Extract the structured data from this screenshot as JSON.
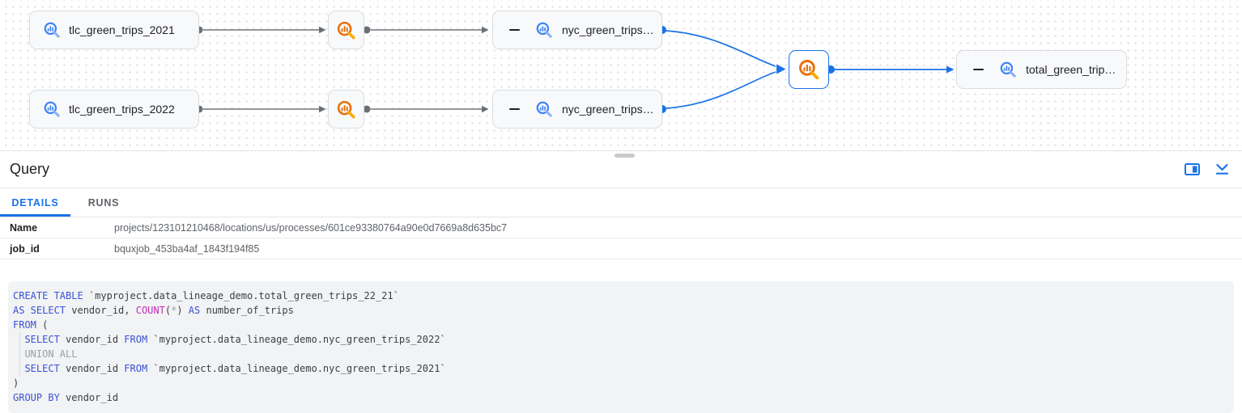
{
  "graph": {
    "nodes": [
      {
        "id": "tlc_green_trips_2021",
        "type": "table",
        "label": "tlc_green_trips_2021"
      },
      {
        "id": "tlc_green_trips_2022",
        "type": "table",
        "label": "tlc_green_trips_2022"
      },
      {
        "id": "nyc_green_trips_row1",
        "type": "table",
        "label": "nyc_green_trips…"
      },
      {
        "id": "nyc_green_trips_row2",
        "type": "table",
        "label": "nyc_green_trips…"
      },
      {
        "id": "query_row1",
        "type": "query",
        "label": ""
      },
      {
        "id": "query_row2",
        "type": "query",
        "label": ""
      },
      {
        "id": "query_selected",
        "type": "query",
        "label": ""
      },
      {
        "id": "total_green_trips",
        "type": "table",
        "label": "total_green_trip…"
      }
    ]
  },
  "panel": {
    "title": "Query",
    "icons": [
      "side-panel-icon",
      "collapse-panel-icon"
    ],
    "tabs": [
      {
        "label": "DETAILS",
        "active": true
      },
      {
        "label": "RUNS",
        "active": false
      }
    ],
    "fields": [
      {
        "label": "Name",
        "value": "projects/123101210468/locations/us/processes/601ce93380764a90e0d7669a8d635bc7"
      },
      {
        "label": "job_id",
        "value": "bquxjob_453ba4af_1843f194f85"
      }
    ]
  },
  "sql": {
    "lines": [
      [
        {
          "t": "CREATE TABLE ",
          "c": "kw"
        },
        {
          "t": "`myproject.data_lineage_demo.total_green_trips_22_21`",
          "c": "id"
        }
      ],
      [
        {
          "t": "AS SELECT ",
          "c": "kw"
        },
        {
          "t": "vendor_id, ",
          "c": "id"
        },
        {
          "t": "COUNT",
          "c": "fn"
        },
        {
          "t": "(",
          "c": "id"
        },
        {
          "t": "*",
          "c": "dim"
        },
        {
          "t": ") ",
          "c": "id"
        },
        {
          "t": "AS ",
          "c": "kw"
        },
        {
          "t": "number_of_trips",
          "c": "id"
        }
      ],
      [
        {
          "t": "FROM ",
          "c": "kw"
        },
        {
          "t": "(",
          "c": "id"
        }
      ],
      [
        {
          "t": "  ",
          "c": "id"
        },
        {
          "t": "SELECT ",
          "c": "kw"
        },
        {
          "t": "vendor_id ",
          "c": "id"
        },
        {
          "t": "FROM ",
          "c": "kw"
        },
        {
          "t": "`myproject.data_lineage_demo.nyc_green_trips_2022`",
          "c": "id"
        }
      ],
      [
        {
          "t": "  ",
          "c": "id"
        },
        {
          "t": "UNION ALL",
          "c": "dim"
        }
      ],
      [
        {
          "t": "  ",
          "c": "id"
        },
        {
          "t": "SELECT ",
          "c": "kw"
        },
        {
          "t": "vendor_id ",
          "c": "id"
        },
        {
          "t": "FROM ",
          "c": "kw"
        },
        {
          "t": "`myproject.data_lineage_demo.nyc_green_trips_2021`",
          "c": "id"
        }
      ],
      [
        {
          "t": ")",
          "c": "id"
        }
      ],
      [
        {
          "t": "GROUP BY ",
          "c": "kw"
        },
        {
          "t": "vendor_id",
          "c": "id"
        }
      ]
    ]
  },
  "colors": {
    "accent_blue": "#1a73e8",
    "table_icon_blue": "#4285f4",
    "query_icon_orange": "#e8710a",
    "edge_gray": "#70757a",
    "keyword_blue": "#3b51d6",
    "function_magenta": "#c22fb4",
    "muted_gray": "#9aa0a6"
  }
}
